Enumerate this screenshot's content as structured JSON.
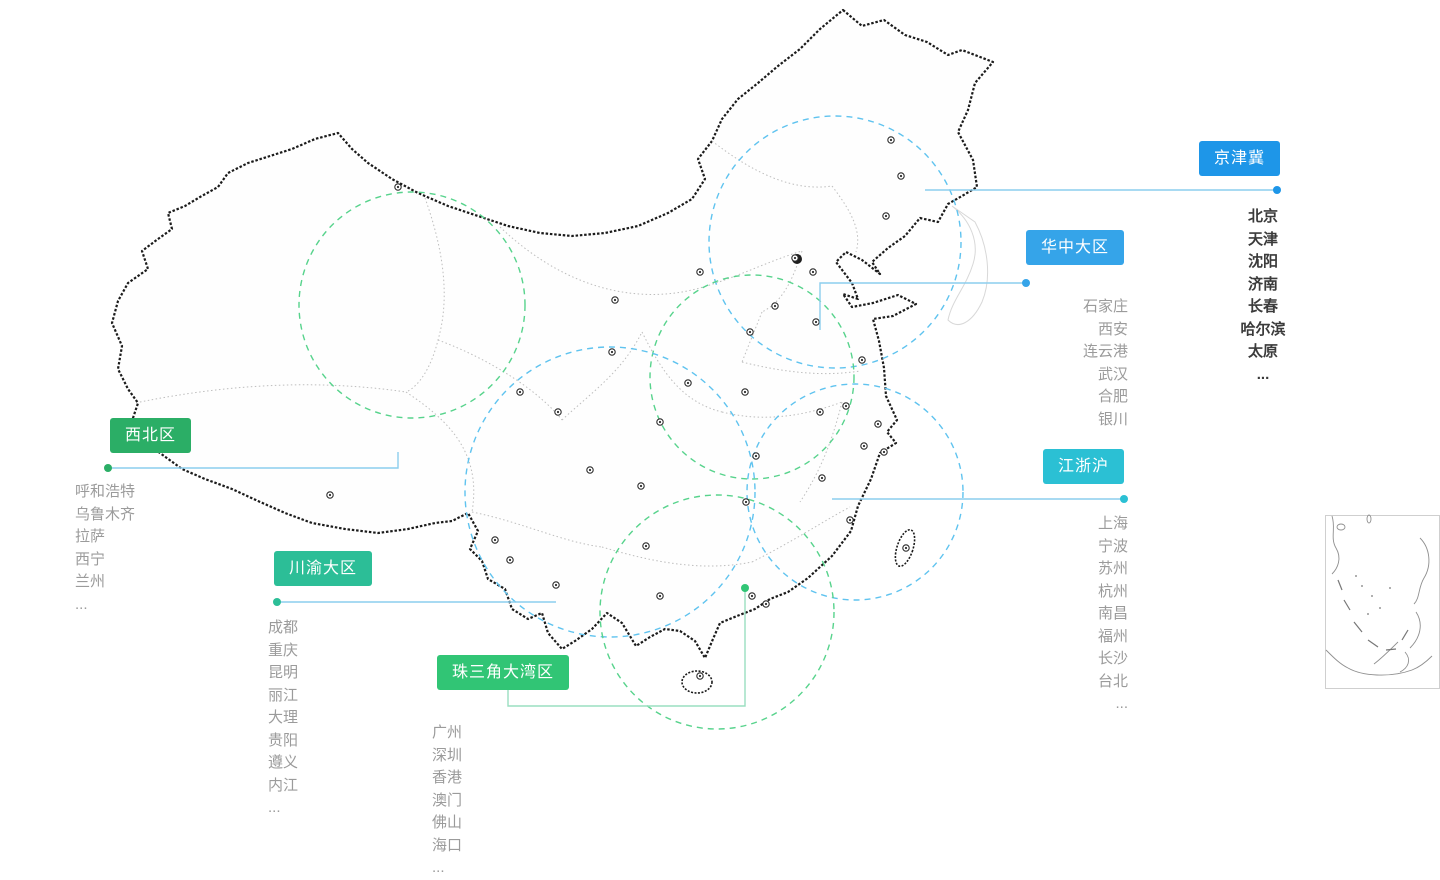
{
  "palette": {
    "map_outline": "#1b1b1b",
    "province_line": "#bdbdbd",
    "circle_blue": "#5fc3ef",
    "circle_green": "#57d38c",
    "line_blue": "#8cceee",
    "line_green": "#9adfc0",
    "city_text": "#9b9b9b",
    "city_text_dark": "#3b3b3b"
  },
  "regions": [
    {
      "id": "jingjinji",
      "label": "京津冀",
      "color": "#1e96e8",
      "cities": [
        "北京",
        "天津",
        "沈阳",
        "济南",
        "长春",
        "哈尔滨",
        "太原"
      ],
      "more": "..."
    },
    {
      "id": "huazhong",
      "label": "华中大区",
      "color": "#35a4e9",
      "cities": [
        "石家庄",
        "西安",
        "连云港",
        "武汉",
        "合肥",
        "银川"
      ],
      "more": ""
    },
    {
      "id": "xibei",
      "label": "西北区",
      "color": "#2bae66",
      "cities": [
        "呼和浩特",
        "乌鲁木齐",
        "拉萨",
        "西宁",
        "兰州"
      ],
      "more": "..."
    },
    {
      "id": "jiangzhehu",
      "label": "江浙沪",
      "color": "#2bc0d4",
      "cities": [
        "上海",
        "宁波",
        "苏州",
        "杭州",
        "南昌",
        "福州",
        "长沙",
        "台北"
      ],
      "more": "..."
    },
    {
      "id": "chuanyu",
      "label": "川渝大区",
      "color": "#2cbe97",
      "cities": [
        "成都",
        "重庆",
        "昆明",
        "丽江",
        "大理",
        "贵阳",
        "遵义",
        "内江"
      ],
      "more": "..."
    },
    {
      "id": "zhusanjiao",
      "label": "珠三角大湾区",
      "color": "#31c575",
      "cities": [
        "广州",
        "深圳",
        "香港",
        "澳门",
        "佛山",
        "海口"
      ],
      "more": "..."
    }
  ]
}
